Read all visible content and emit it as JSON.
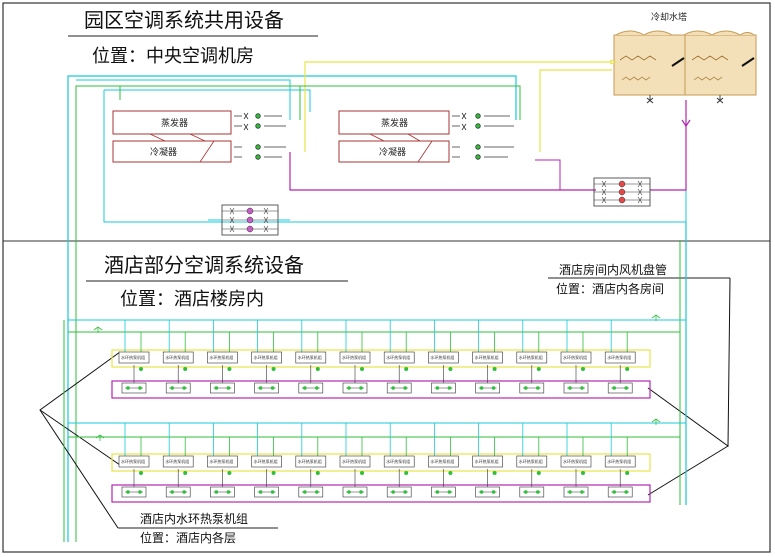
{
  "zones": {
    "campus": {
      "title": "园区空调系统共用设备",
      "location": "位置：中央空调机房",
      "cooling_tower_label": "冷却水塔",
      "chillers": [
        {
          "evaporator": "蒸发器",
          "condenser": "冷凝器"
        },
        {
          "evaporator": "蒸发器",
          "condenser": "冷凝器"
        }
      ]
    },
    "hotel": {
      "title": "酒店部分空调系统设备",
      "location": "位置：酒店楼房内",
      "fan_coil_title": "酒店房间内风机盘管",
      "fan_coil_location": "位置：酒店内各房间",
      "heat_pump_title": "酒店内水环热泵机组",
      "heat_pump_location": "位置：酒店内各层",
      "unit_count_per_row": 12,
      "unit_label": "水环热泵机组"
    }
  },
  "colors": {
    "cyan": "#19c9d9",
    "yellow": "#e9e24a",
    "green": "#2fbf3a",
    "magenta": "#b324b3",
    "chiller_box": "#a83333",
    "tower": "#f3e0b8",
    "tower_edge": "#c79a55"
  }
}
